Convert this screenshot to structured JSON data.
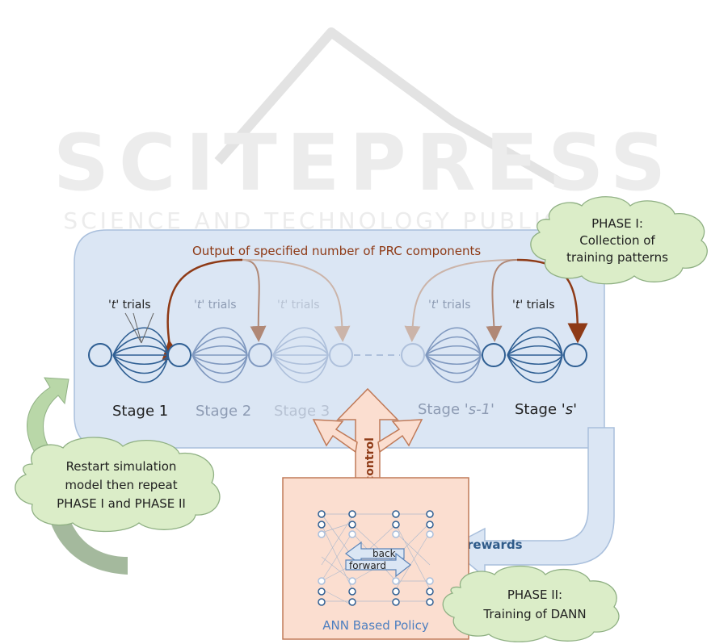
{
  "watermark": {
    "title": "SCITEPRESS",
    "subtitle": "SCIENCE AND TECHNOLOGY PUBLICATIONS"
  },
  "header": {
    "output_label": "Output of specified number of PRC components"
  },
  "stages": [
    {
      "label": "Stage 1",
      "trials_var": "'t'",
      "trials_word": " trials",
      "color": "#1f1f1f"
    },
    {
      "label": "Stage 2",
      "trials_var": "'t'",
      "trials_word": " trials",
      "color": "#8d9bb3"
    },
    {
      "label": "Stage 3",
      "trials_var": "'t'",
      "trials_word": " trials",
      "color": "#b7c2d3"
    },
    {
      "label_prefix": "Stage ",
      "label_var": "'s-1'",
      "trials_var": "'t'",
      "trials_word": " trials",
      "color": "#8d9bb3"
    },
    {
      "label_prefix": "Stage ",
      "label_var": "'s'",
      "trials_var": "'t'",
      "trials_word": " trials",
      "color": "#1f1f1f"
    }
  ],
  "clouds": {
    "phase1": {
      "line1": "PHASE I:",
      "line2": "Collection of",
      "line3": "training patterns"
    },
    "restart": {
      "line1": "Restart simulation",
      "line2": "model then repeat",
      "line3": "PHASE I and PHASE II"
    },
    "phase2": {
      "line1": "PHASE II:",
      "line2": "Training of DANN"
    }
  },
  "policy": {
    "control_label": "control",
    "rewards_label": "rewards",
    "back_label": "back",
    "forward_label": "forward",
    "title": "ANN Based Policy"
  },
  "colors": {
    "panel_fill": "#dbe6f4",
    "cloud_fill": "#dbedc8",
    "policy_fill": "#fbded0",
    "arrow_brown": "#8e3a16",
    "node_blue": "#2f5f93"
  }
}
